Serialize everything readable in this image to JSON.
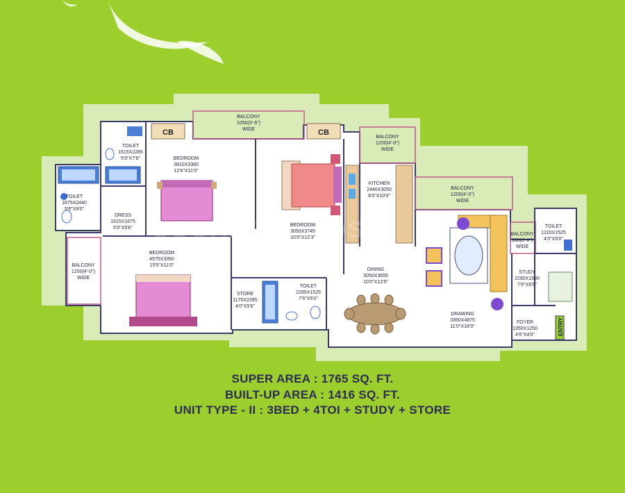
{
  "watermark": "SQUARE YARDS",
  "rooms": {
    "balcony_top": [
      "BALCONY",
      "1050(3'-6\")",
      "WIDE"
    ],
    "balcony_kitchen": [
      "BALCONY",
      "1200(4'-0\")",
      "WIDE"
    ],
    "balcony_mid": [
      "BALCONY",
      "1200(4'-0\")",
      "WIDE"
    ],
    "balcony_left": [
      "BALCONY",
      "1200(4'-0\")",
      "WIDE"
    ],
    "balcony_study": [
      "BALCONY",
      "900(3'-0\")",
      "WIDE"
    ],
    "toilet_top": [
      "TOILET",
      "1515X2285",
      "5'0\"X7'6\""
    ],
    "toilet_left": [
      "TOILET",
      "1675X2440",
      "5'6\"X8'0\""
    ],
    "toilet_center": [
      "TOILET",
      "2285X1525",
      "7'6\"X5'0\""
    ],
    "toilet_right": [
      "TOILET",
      "1220X1525",
      "4'0\"X5'0\""
    ],
    "dress": [
      "DRESS",
      "1515X1675",
      "5'0\"X5'6\""
    ],
    "bedroom1": [
      "BEDROOM",
      "3810X3360",
      "12'6\"X11'0\""
    ],
    "bedroom2": [
      "BEDROOM",
      "3050X3745",
      "10'0\"X12'3\""
    ],
    "bedroom3": [
      "BEDROOM",
      "4575X3350",
      "15'0\"X11'0\""
    ],
    "kitchen": [
      "KITCHEN",
      "2440X3050",
      "8'0\"X10'0\""
    ],
    "store": [
      "STORE",
      "1170X2285",
      "4'0\"X5'6\""
    ],
    "dining": [
      "DINING",
      "3050X3655",
      "10'0\"X12'0\""
    ],
    "drawing": [
      "DRAWING",
      "3350X4875",
      "11'0\"X16'0\""
    ],
    "study": [
      "STUDY",
      "2290X1980",
      "7'6\"X6'6\""
    ],
    "foyer": [
      "FOYER",
      "1350X1250",
      "4'6\"X4'0\""
    ],
    "cb1": "CB",
    "cb2": "CB",
    "entry": "ENTRY"
  },
  "summary": {
    "super_area": "SUPER AREA : 1765 SQ. FT.",
    "built_up_area": "BUILT-UP AREA : 1416 SQ. FT.",
    "unit_type": "UNIT TYPE - II : 3BED + 4TOI + STUDY + STORE"
  },
  "colors": {
    "background": "#9ccf2e",
    "halo": "#d9ecb8",
    "wall": "#3a3a6a",
    "floor": "#ffffff",
    "balcony_rail": "#c05a8a",
    "cb_fill": "#f1ddb8",
    "bed_fill": "#e58bd6",
    "sofa_fill": "#f3c25a",
    "table_fill": "#b99b73",
    "text": "#2b2b55"
  }
}
